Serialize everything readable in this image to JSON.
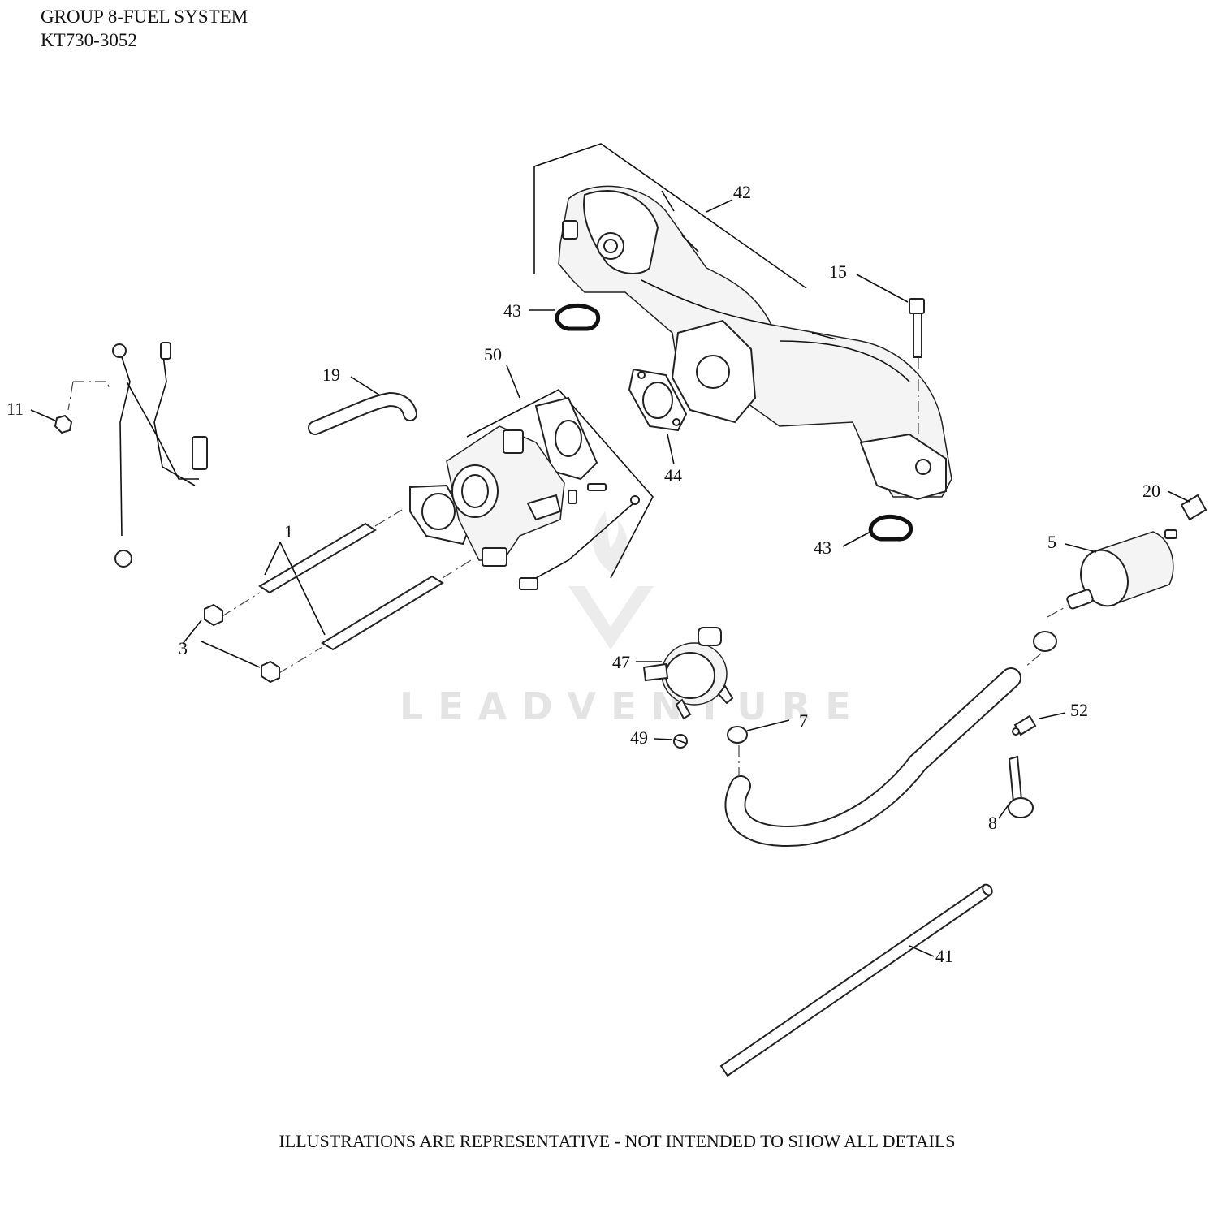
{
  "header": {
    "group_title": "GROUP 8-FUEL SYSTEM",
    "model": "KT730-3052"
  },
  "footer": {
    "disclaimer": "ILLUSTRATIONS ARE REPRESENTATIVE - NOT INTENDED TO SHOW ALL DETAILS"
  },
  "watermark": {
    "text": "LEADVENTURE"
  },
  "callouts": {
    "c1": "1",
    "c3": "3",
    "c5": "5",
    "c7": "7",
    "c8": "8",
    "c11": "11",
    "c15": "15",
    "c19": "19",
    "c20": "20",
    "c41": "41",
    "c42": "42",
    "c43a": "43",
    "c43b": "43",
    "c44": "44",
    "c47": "47",
    "c49": "49",
    "c50": "50",
    "c52": "52"
  }
}
